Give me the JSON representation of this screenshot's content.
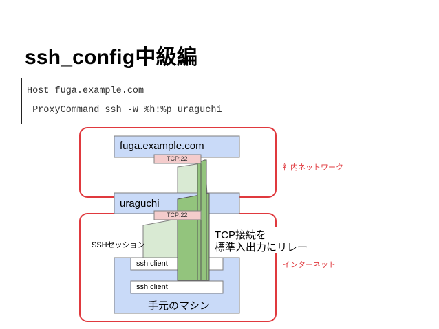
{
  "title": "ssh_config中級編",
  "code": {
    "line1": "Host fuga.example.com",
    "line2": " ProxyCommand ssh -W %h:%p uraguchi"
  },
  "diagram": {
    "internal_network_label": "社内ネットワーク",
    "internet_label": "インターネット",
    "fuga_host": "fuga.example.com",
    "uraguchi_host": "uraguchi",
    "tcp22_top": "TCP:22",
    "tcp22_bottom": "TCP:22",
    "ssh_session": "SSHセッション",
    "ssh_client_1": "ssh client",
    "ssh_client_2": "ssh client",
    "local_machine": "手元のマシン",
    "relay_note_line1": "TCP接続を",
    "relay_note_line2": "標準入出力にリレー",
    "colors": {
      "network_border": "#e0393e",
      "host_fill": "#c9daf8",
      "port_fill": "#f4cccc",
      "pipe_light": "#d9ead3",
      "pipe_dark": "#93c47d"
    }
  }
}
